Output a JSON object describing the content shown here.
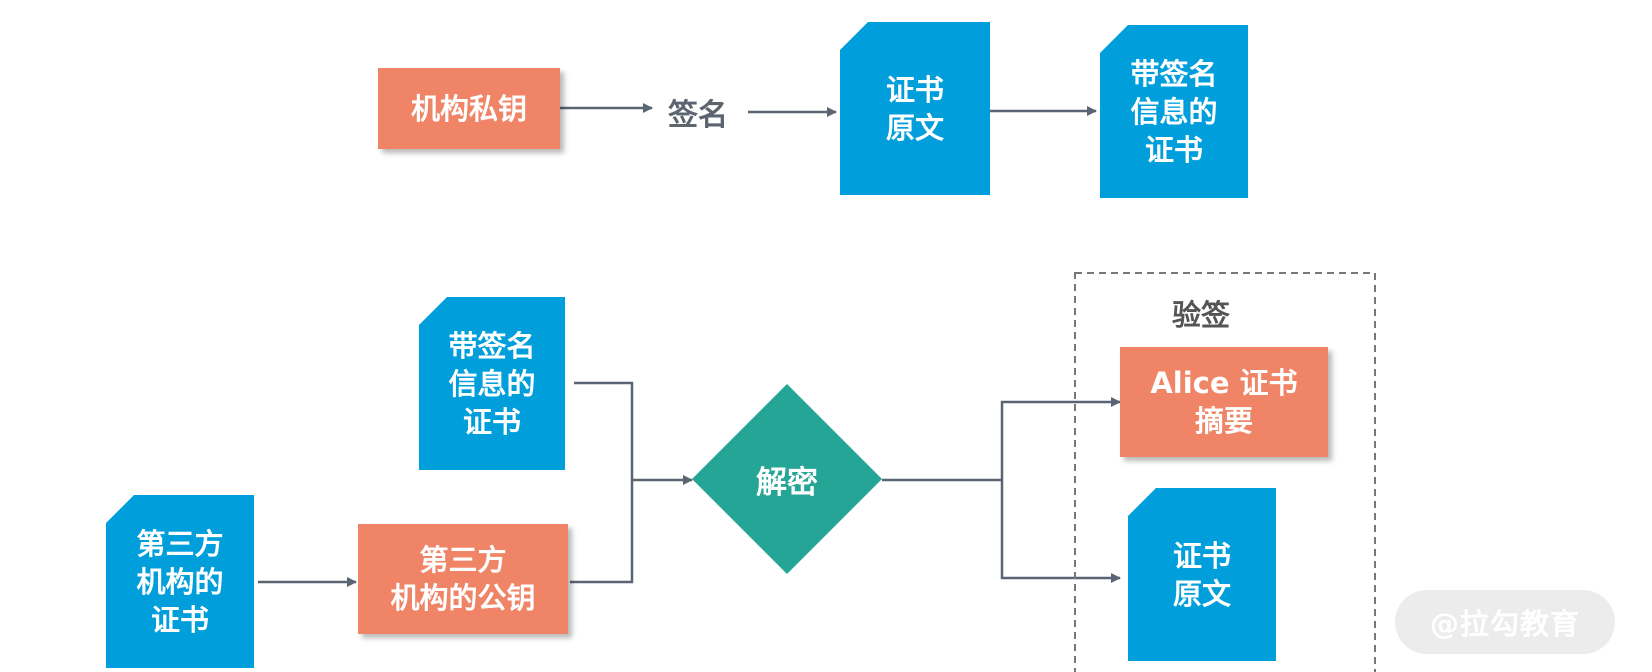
{
  "colors": {
    "orange": "#f08466",
    "blue": "#009fdb",
    "teal": "#25a596",
    "connector": "#5a6472",
    "dashed_border": "#777777"
  },
  "sign_flow": {
    "private_key": "机构私钥",
    "sign_label": "签名",
    "cert_original": "证书\n原文",
    "signed_cert": "带签名\n信息的\n证书"
  },
  "verify_flow": {
    "signed_cert": "带签名\n信息的\n证书",
    "third_party_cert": "第三方\n机构的\n证书",
    "third_party_public_key": "第三方\n机构的公钥",
    "decrypt": "解密",
    "verify_group_title": "验签",
    "digest": "Alice 证书\n摘要",
    "cert_original": "证书\n原文"
  },
  "watermark": "@拉勾教育"
}
